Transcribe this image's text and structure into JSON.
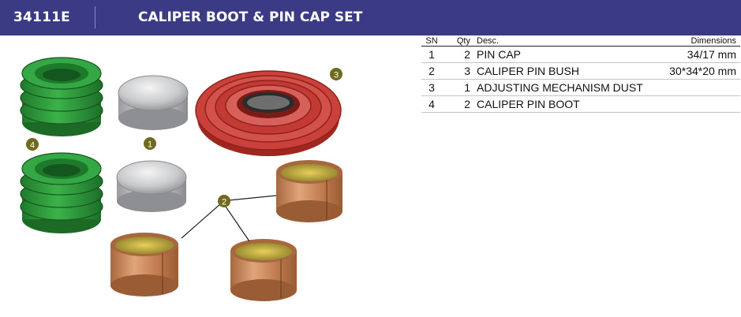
{
  "header": {
    "part_number": "34111E",
    "title": "CALIPER BOOT & PIN CAP SET"
  },
  "photo": {
    "callouts": [
      "1",
      "2",
      "3",
      "4"
    ]
  },
  "table": {
    "columns": {
      "sn": "SN",
      "qty": "Qty",
      "desc": "Desc.",
      "dim": "Dimensions"
    },
    "rows": [
      {
        "sn": "1",
        "qty": "2",
        "desc": "PIN CAP",
        "dim": "34/17 mm"
      },
      {
        "sn": "2",
        "qty": "3",
        "desc": "CALIPER PIN BUSH",
        "dim": "30*34*20 mm"
      },
      {
        "sn": "3",
        "qty": "1",
        "desc": "ADJUSTING MECHANISM DUST",
        "dim": ""
      },
      {
        "sn": "4",
        "qty": "2",
        "desc": "CALIPER PIN BOOT",
        "dim": ""
      }
    ]
  },
  "colors": {
    "header_bg": "#3b3a84",
    "boot_green": "#2f9a3c",
    "seal_red": "#c53a32",
    "cap_silver": "#cfd0d2",
    "bush_bronze": "#c98a5c",
    "callout": "#6e6a1e"
  }
}
